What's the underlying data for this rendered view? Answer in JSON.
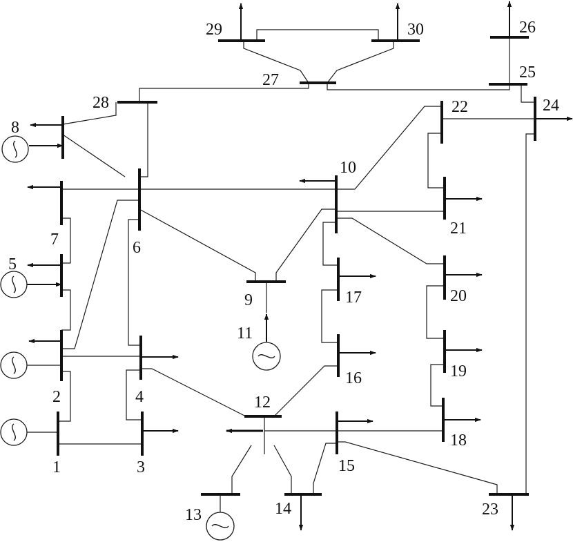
{
  "diagram": {
    "buses": [
      {
        "id": "1",
        "label": "1"
      },
      {
        "id": "2",
        "label": "2"
      },
      {
        "id": "3",
        "label": "3"
      },
      {
        "id": "4",
        "label": "4"
      },
      {
        "id": "5",
        "label": "5"
      },
      {
        "id": "6",
        "label": "6"
      },
      {
        "id": "7",
        "label": "7"
      },
      {
        "id": "8",
        "label": "8"
      },
      {
        "id": "9",
        "label": "9"
      },
      {
        "id": "10",
        "label": "10"
      },
      {
        "id": "11",
        "label": "11"
      },
      {
        "id": "12",
        "label": "12"
      },
      {
        "id": "13",
        "label": "13"
      },
      {
        "id": "14",
        "label": "14"
      },
      {
        "id": "15",
        "label": "15"
      },
      {
        "id": "16",
        "label": "16"
      },
      {
        "id": "17",
        "label": "17"
      },
      {
        "id": "18",
        "label": "18"
      },
      {
        "id": "19",
        "label": "19"
      },
      {
        "id": "20",
        "label": "20"
      },
      {
        "id": "21",
        "label": "21"
      },
      {
        "id": "22",
        "label": "22"
      },
      {
        "id": "23",
        "label": "23"
      },
      {
        "id": "24",
        "label": "24"
      },
      {
        "id": "25",
        "label": "25"
      },
      {
        "id": "26",
        "label": "26"
      },
      {
        "id": "27",
        "label": "27"
      },
      {
        "id": "28",
        "label": "28"
      },
      {
        "id": "29",
        "label": "29"
      },
      {
        "id": "30",
        "label": "30"
      }
    ],
    "lines": [
      [
        "1",
        "2"
      ],
      [
        "1",
        "3"
      ],
      [
        "2",
        "4"
      ],
      [
        "3",
        "4"
      ],
      [
        "2",
        "5"
      ],
      [
        "2",
        "6"
      ],
      [
        "4",
        "6"
      ],
      [
        "5",
        "7"
      ],
      [
        "6",
        "7"
      ],
      [
        "6",
        "8"
      ],
      [
        "6",
        "9"
      ],
      [
        "6",
        "10"
      ],
      [
        "9",
        "11"
      ],
      [
        "9",
        "10"
      ],
      [
        "4",
        "12"
      ],
      [
        "12",
        "13"
      ],
      [
        "12",
        "14"
      ],
      [
        "12",
        "15"
      ],
      [
        "12",
        "16"
      ],
      [
        "14",
        "15"
      ],
      [
        "16",
        "17"
      ],
      [
        "15",
        "18"
      ],
      [
        "18",
        "19"
      ],
      [
        "19",
        "20"
      ],
      [
        "10",
        "20"
      ],
      [
        "10",
        "17"
      ],
      [
        "10",
        "21"
      ],
      [
        "10",
        "22"
      ],
      [
        "21",
        "22"
      ],
      [
        "15",
        "23"
      ],
      [
        "22",
        "24"
      ],
      [
        "23",
        "24"
      ],
      [
        "24",
        "25"
      ],
      [
        "25",
        "26"
      ],
      [
        "25",
        "27"
      ],
      [
        "28",
        "27"
      ],
      [
        "27",
        "29"
      ],
      [
        "27",
        "30"
      ],
      [
        "29",
        "30"
      ],
      [
        "8",
        "28"
      ],
      [
        "6",
        "28"
      ]
    ],
    "generators": [
      "1",
      "2",
      "5",
      "8",
      "11",
      "13"
    ],
    "loads": [
      "2",
      "3",
      "4",
      "5",
      "7",
      "8",
      "10",
      "12",
      "14",
      "15",
      "16",
      "17",
      "18",
      "19",
      "20",
      "21",
      "23",
      "24",
      "26",
      "29",
      "30"
    ],
    "colors": {
      "stroke": "#111111",
      "background": "#ffffff"
    }
  }
}
